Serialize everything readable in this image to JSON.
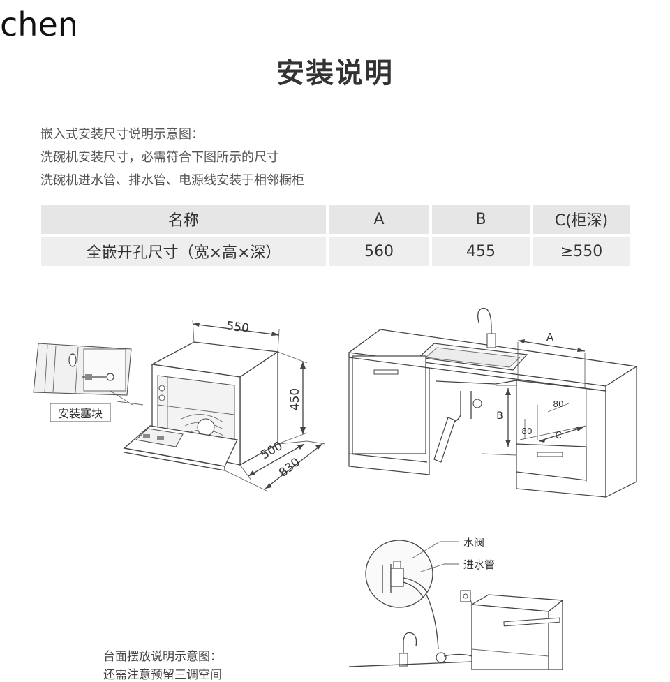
{
  "corner_text": "chen",
  "title": "安装说明",
  "intro": [
    "嵌入式安装尺寸说明示意图：",
    "洗碗机安装尺寸，必需符合下图所示的尺寸",
    "洗碗机进水管、排水管、电源线安装于相邻橱柜"
  ],
  "table": {
    "headers": [
      "名称",
      "A",
      "B",
      "C(柜深)"
    ],
    "rows": [
      [
        "全嵌开孔尺寸（宽×高×深）",
        "560",
        "455",
        "≥550"
      ]
    ]
  },
  "left_figure": {
    "dim_width": "550",
    "dim_height": "450",
    "dim_depth_closed": "500",
    "dim_depth_open": "830",
    "part_label": "安装塞块"
  },
  "right_figure": {
    "label_a": "A",
    "label_b": "B",
    "label_c": "C",
    "label_80_top": "80",
    "label_80_side": "80"
  },
  "bottom_figure": {
    "label_valve": "水阀",
    "label_inlet": "进水管"
  },
  "countertop_caption": "台面摆放说明示意图：",
  "countertop_caption_2": "还需注意预留三调空间"
}
